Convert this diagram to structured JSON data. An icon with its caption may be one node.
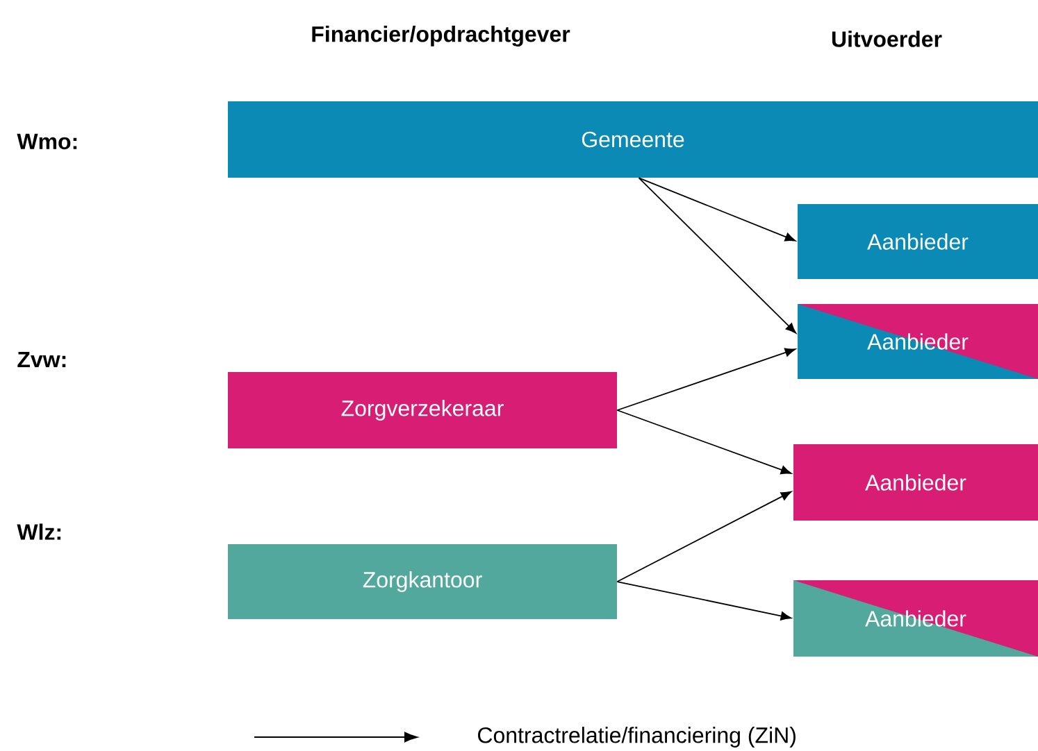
{
  "diagram": {
    "nodes": [
      {
        "text": [
          "Gemeente"
        ]
      },
      {
        "text": [
          "Aanbieder"
        ]
      },
      {
        "text": [
          "Aanbieder"
        ]
      },
      {
        "text": [
          "Zorgverzekeraar"
        ]
      },
      {
        "text": [
          "Aanbieder"
        ]
      },
      {
        "text": [
          "Zorgkantoor"
        ]
      },
      {
        "text": [
          "Aanbieder"
        ]
      }
    ],
    "edges": [
      {
        "from": 0,
        "to": 1,
        "arrow": "to"
      },
      {
        "from": 0,
        "to": 2,
        "arrow": "to"
      },
      {
        "from": 3,
        "to": 2,
        "arrow": "to"
      },
      {
        "from": 3,
        "to": 4,
        "arrow": "to"
      },
      {
        "from": 5,
        "to": 4,
        "arrow": "to"
      },
      {
        "from": 5,
        "to": 6,
        "arrow": "to"
      }
    ],
    "labels": [
      "Financier/opdrachtgever",
      "Uitvoerder",
      "Wmo:",
      "Zvw:",
      "Wlz:"
    ],
    "legend": [
      {
        "text": "Contractrelatie/financiering (ZiN)"
      }
    ]
  }
}
